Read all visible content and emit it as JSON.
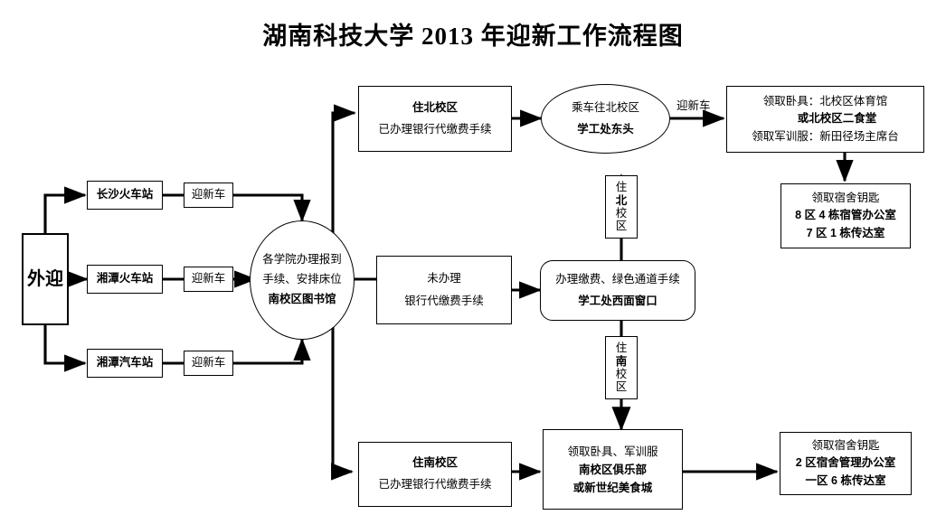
{
  "title": "湖南科技大学 2013 年迎新工作流程图",
  "nodes": {
    "welcome": {
      "label": "外迎"
    },
    "station_changsha": {
      "label": "长沙火车站"
    },
    "station_xiangtan_train": {
      "label": "湘潭火车站"
    },
    "station_xiangtan_bus": {
      "label": "湘潭汽车站"
    },
    "shuttle_1": {
      "label": "迎新车"
    },
    "shuttle_2": {
      "label": "迎新车"
    },
    "shuttle_3": {
      "label": "迎新车"
    },
    "library": {
      "line1": "各学院办理报到",
      "line2": "手续、安排床位",
      "line3": "南校区图书馆"
    },
    "north_paid": {
      "line1": "住北校区",
      "line2": "已办理银行代缴费手续"
    },
    "north_ride": {
      "line1": "乘车往北校区",
      "line2": "学工处东头"
    },
    "north_shuttle_label": {
      "label": "迎新车"
    },
    "north_supplies": {
      "line1": "领取卧具：北校区体育馆",
      "line2": "或北校区二食堂",
      "line3": "领取军训服：新田径场主席台"
    },
    "north_keys": {
      "line1": "领取宿舍钥匙",
      "line2": "8 区 4 栋宿管办公室",
      "line3": "7 区 1 栋传达室"
    },
    "unpaid": {
      "line1": "未办理",
      "line2": "银行代缴费手续"
    },
    "payment_window": {
      "line1": "办理缴费、绿色通道手续",
      "line2": "学工处西面窗口"
    },
    "live_north": {
      "chars": [
        "住",
        "北",
        "校",
        "区"
      ],
      "bold_index": 1
    },
    "live_south": {
      "chars": [
        "住",
        "南",
        "校",
        "区"
      ],
      "bold_index": 1
    },
    "south_paid": {
      "line1": "住南校区",
      "line2": "已办理银行代缴费手续"
    },
    "south_supplies": {
      "line1": "领取卧具、军训服",
      "line2": "南校区俱乐部",
      "line3": "或新世纪美食城"
    },
    "south_keys": {
      "line1": "领取宿舍钥匙",
      "line2": "2 区宿舍管理办公室",
      "line3": "一区 6 栋传达室"
    }
  },
  "colors": {
    "stroke": "#000000",
    "background": "#ffffff"
  }
}
